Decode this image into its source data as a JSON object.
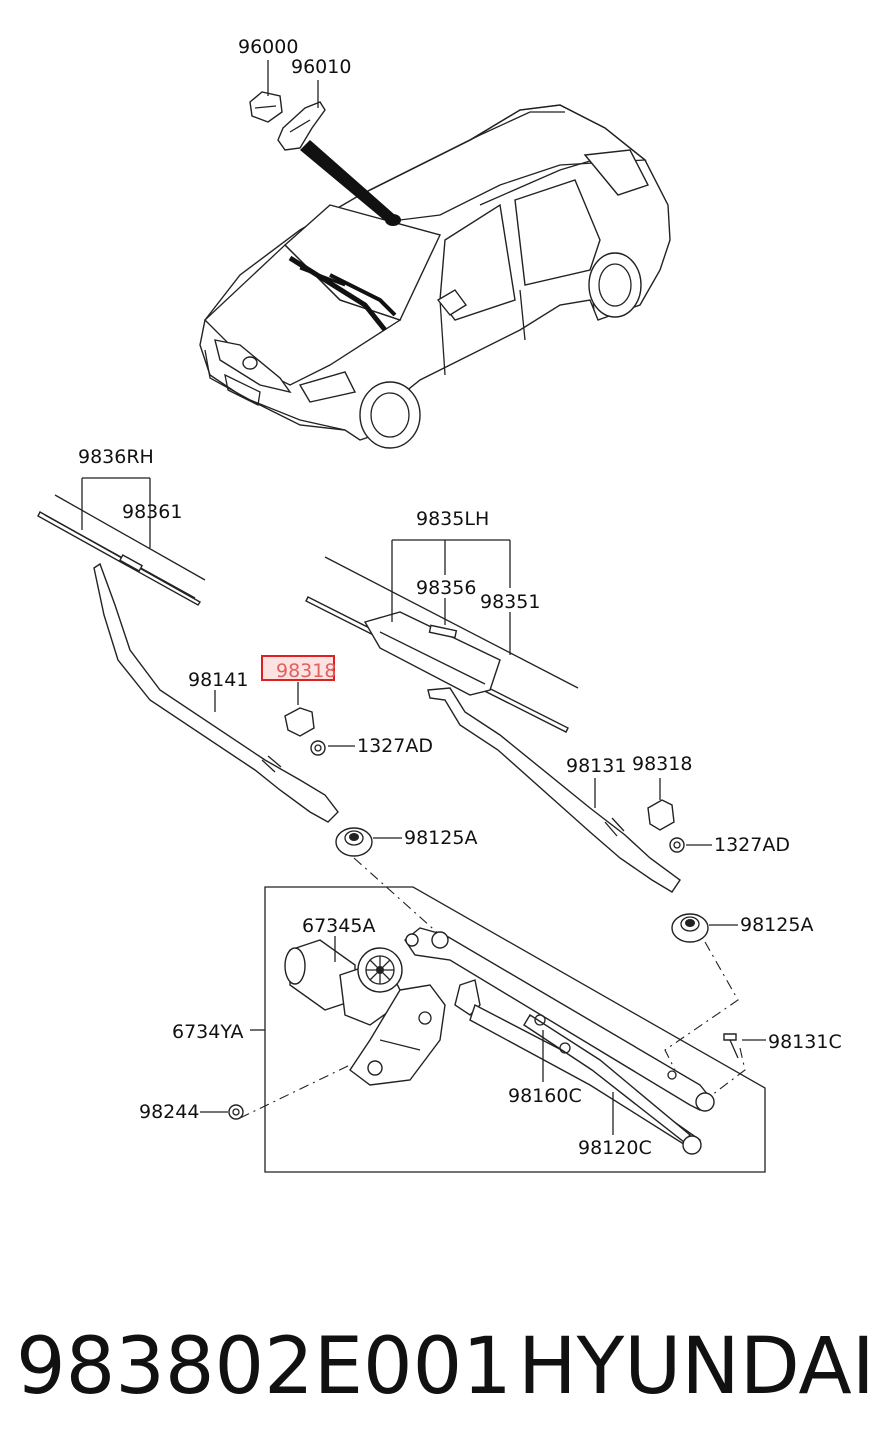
{
  "labels": {
    "washer_nozzle": "96000",
    "washer_hose": "96010",
    "rh_blade_assy": "9836RH",
    "rh_refill": "98361",
    "lh_blade_assy": "9835LH",
    "lh_blade_part": "98356",
    "lh_refill": "98351",
    "arm_rh": "98141",
    "cap_highlighted": "98318",
    "nut_rh": "1327AD",
    "arm_lh": "98131",
    "cap_lh": "98318",
    "nut_lh": "1327AD",
    "pivot_cap_rh": "98125A",
    "pivot_cap_lh": "98125A",
    "motor": "67345A",
    "linkage_assy": "6734YA",
    "bolt": "98131C",
    "grommet": "98244",
    "link_1": "98160C",
    "link_2": "98120C"
  },
  "footer": {
    "part_number": "983802E001",
    "brand": "HYUNDAI"
  },
  "colors": {
    "highlight_border": "#e02020",
    "highlight_fill": "#fde2e2",
    "line": "#222222"
  }
}
